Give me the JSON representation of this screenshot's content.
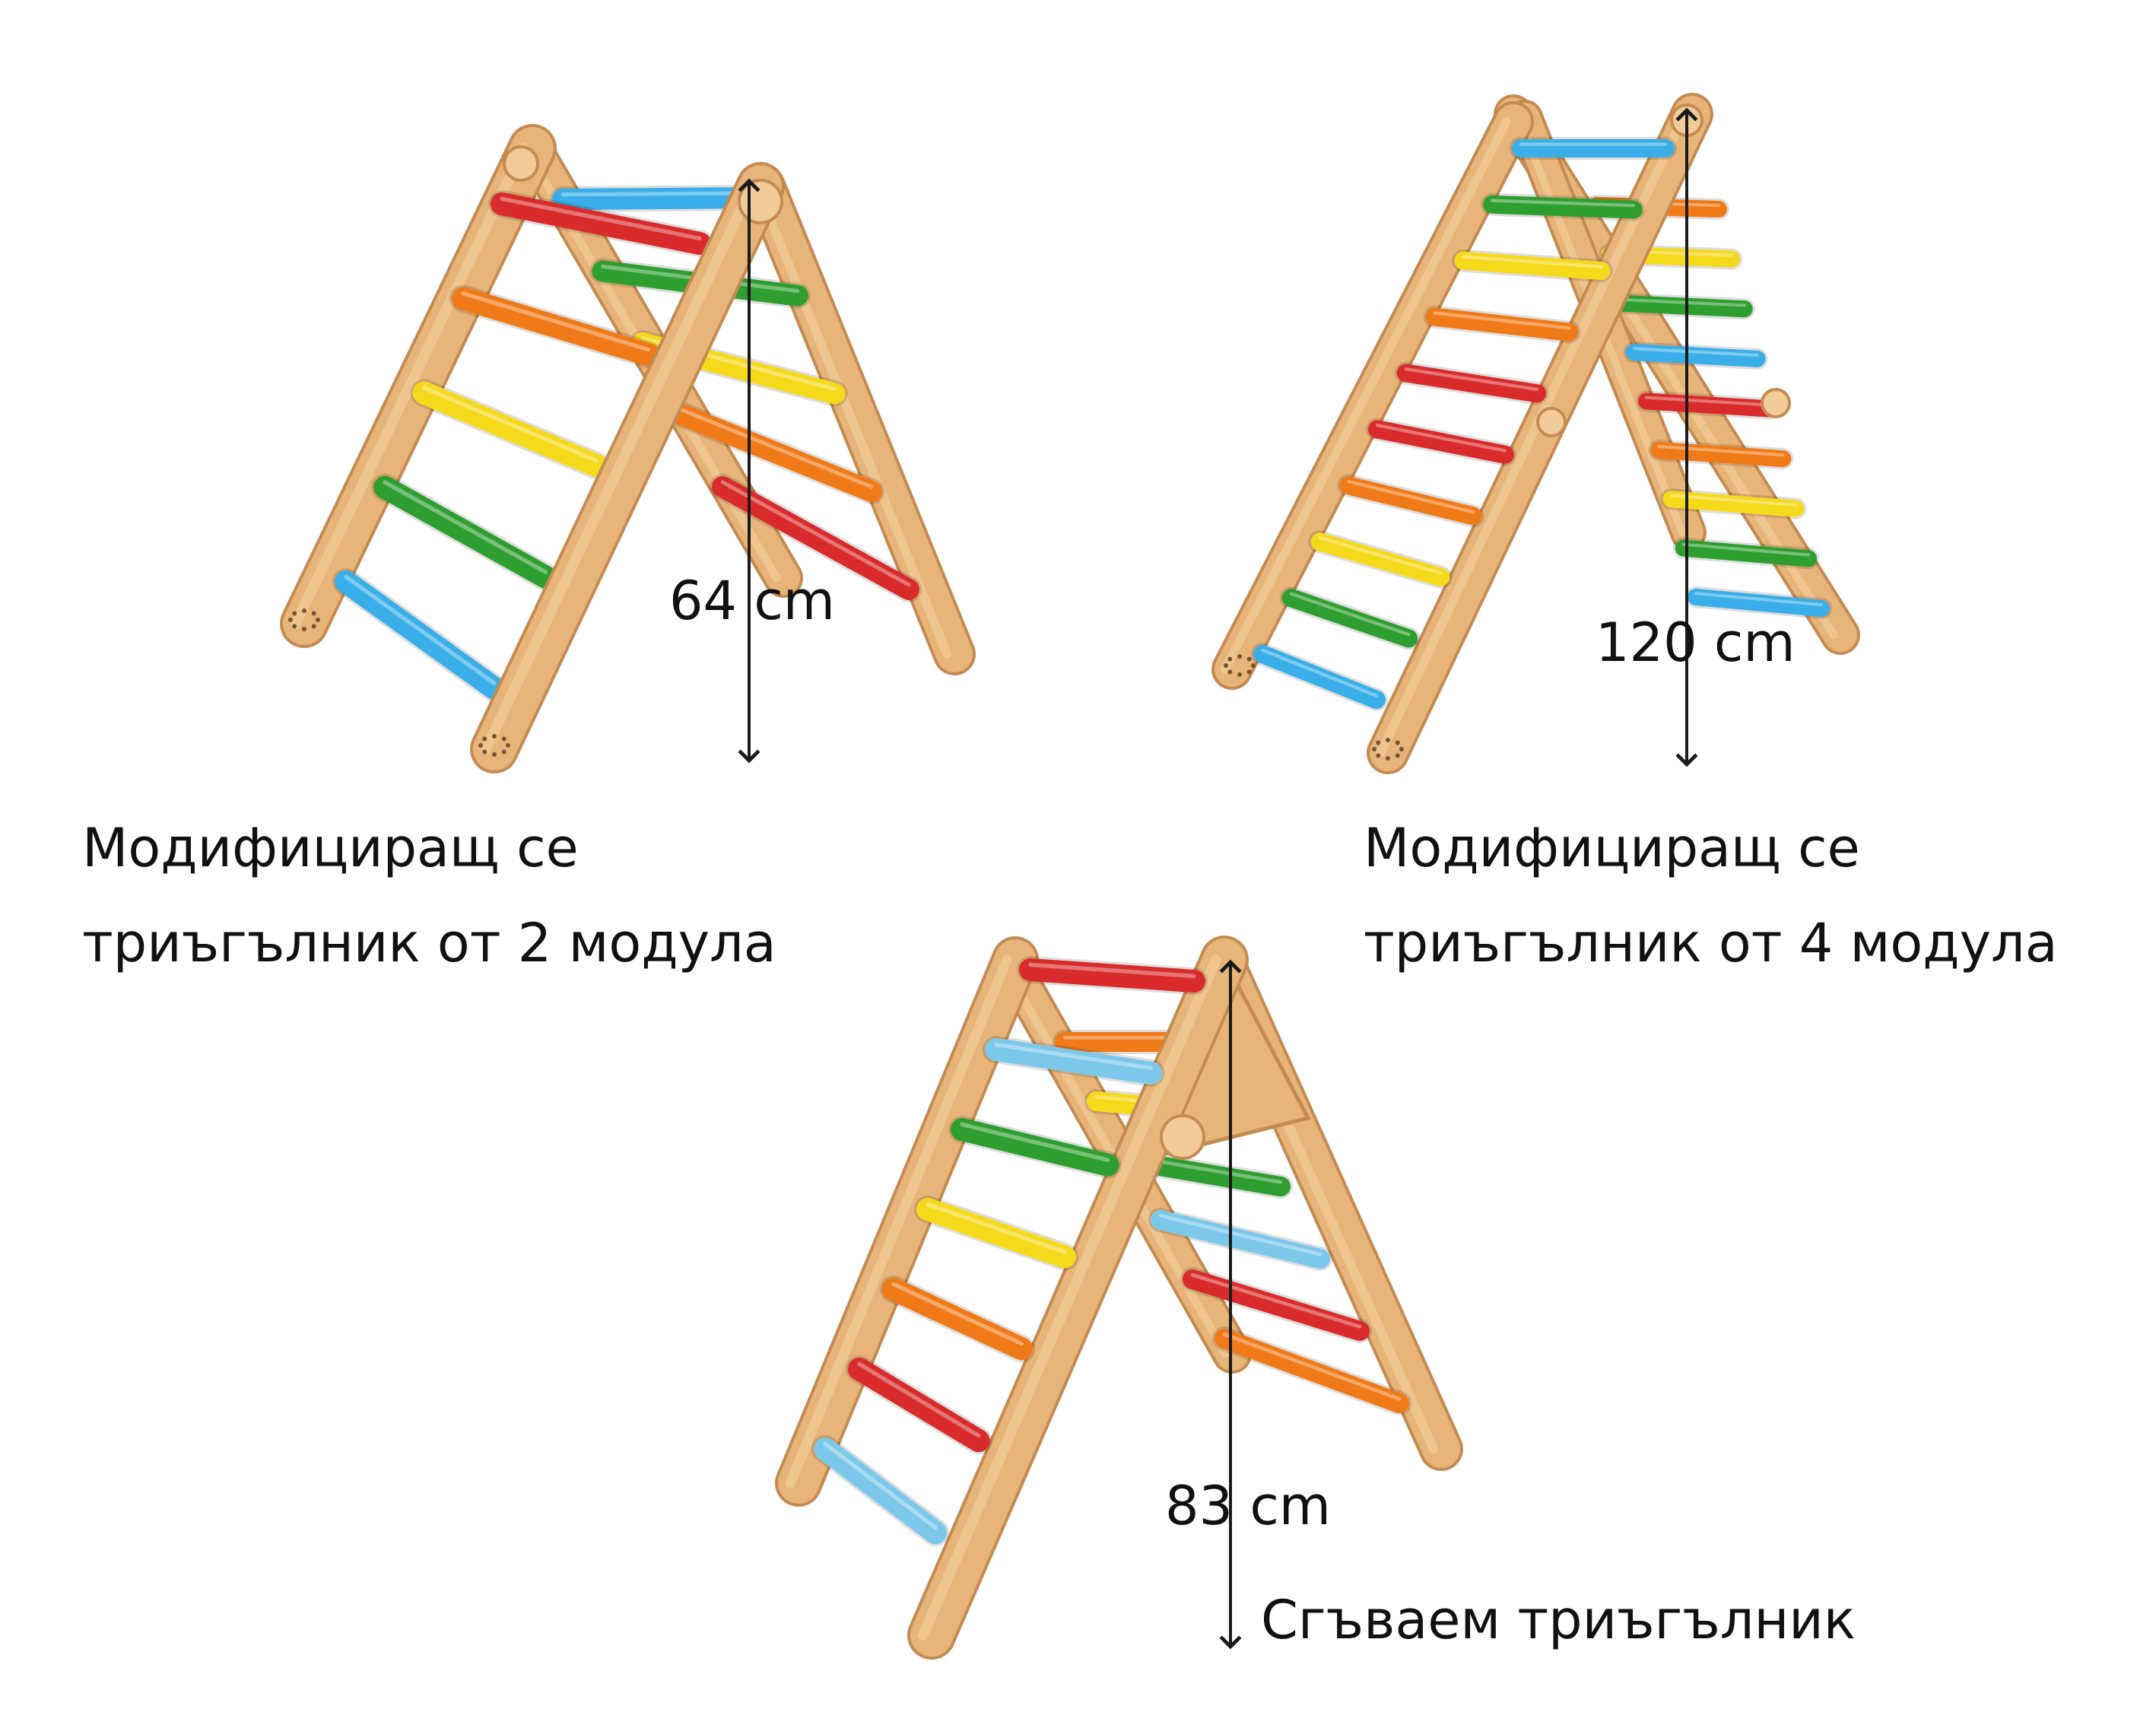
{
  "colors": {
    "wood": "#e7b47a",
    "wood_dark": "#c48b52",
    "wood_light": "#f1cb98",
    "red": "#d92b2b",
    "orange": "#f07a17",
    "yellow": "#f5d91b",
    "green": "#2f9e31",
    "blue": "#3aaee8",
    "light_blue": "#7cc8ea",
    "arrow": "#1a1a1a",
    "text": "#111111"
  },
  "products": [
    {
      "measurement": "64 cm",
      "caption_line1": "Модифициращ се",
      "caption_line2": "триъгълник от 2 модула",
      "front_rungs": [
        "red",
        "orange",
        "yellow",
        "green",
        "blue"
      ],
      "back_rungs": [
        "blue",
        "green",
        "yellow",
        "orange",
        "red"
      ]
    },
    {
      "measurement": "120 cm",
      "caption_line1": "Модифициращ се",
      "caption_line2": "триъгълник от 4 модула",
      "front_rungs": [
        "blue",
        "green",
        "yellow",
        "orange",
        "red",
        "red",
        "orange",
        "yellow",
        "green",
        "blue"
      ],
      "back_rungs": [
        "orange",
        "yellow",
        "green",
        "blue",
        "red",
        "orange",
        "yellow",
        "green",
        "blue"
      ]
    },
    {
      "measurement": "83 cm",
      "caption_line1": "Сгъваем триъгълник",
      "front_rungs": [
        "red",
        "light_blue",
        "green",
        "yellow",
        "orange",
        "red",
        "light_blue"
      ],
      "back_rungs": [
        "orange",
        "yellow",
        "green",
        "light_blue",
        "red",
        "orange"
      ]
    }
  ]
}
